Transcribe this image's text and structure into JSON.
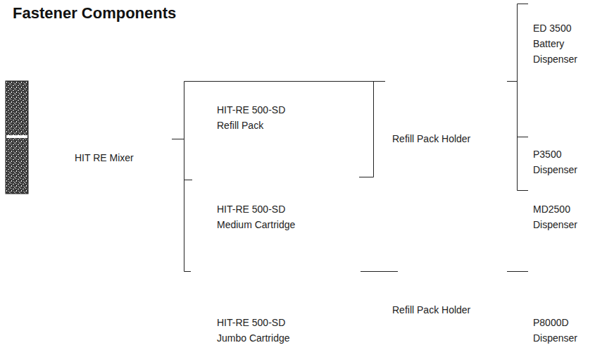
{
  "diagram": {
    "title": "Fastener Components",
    "labels": [
      "HIT RE Mixer",
      "HIT-RE 500-SD Refill Pack",
      "Refill Pack Holder",
      "ED 3500 Battery Dispenser",
      "P3500 Dispenser",
      "HIT-RE 500-SD Medium Cartridge",
      "MD2500 Dispenser",
      "Refill Pack Holder",
      "HIT-RE 500-SD Jumbo Cartridge",
      "P8000D Dispenser"
    ]
  }
}
